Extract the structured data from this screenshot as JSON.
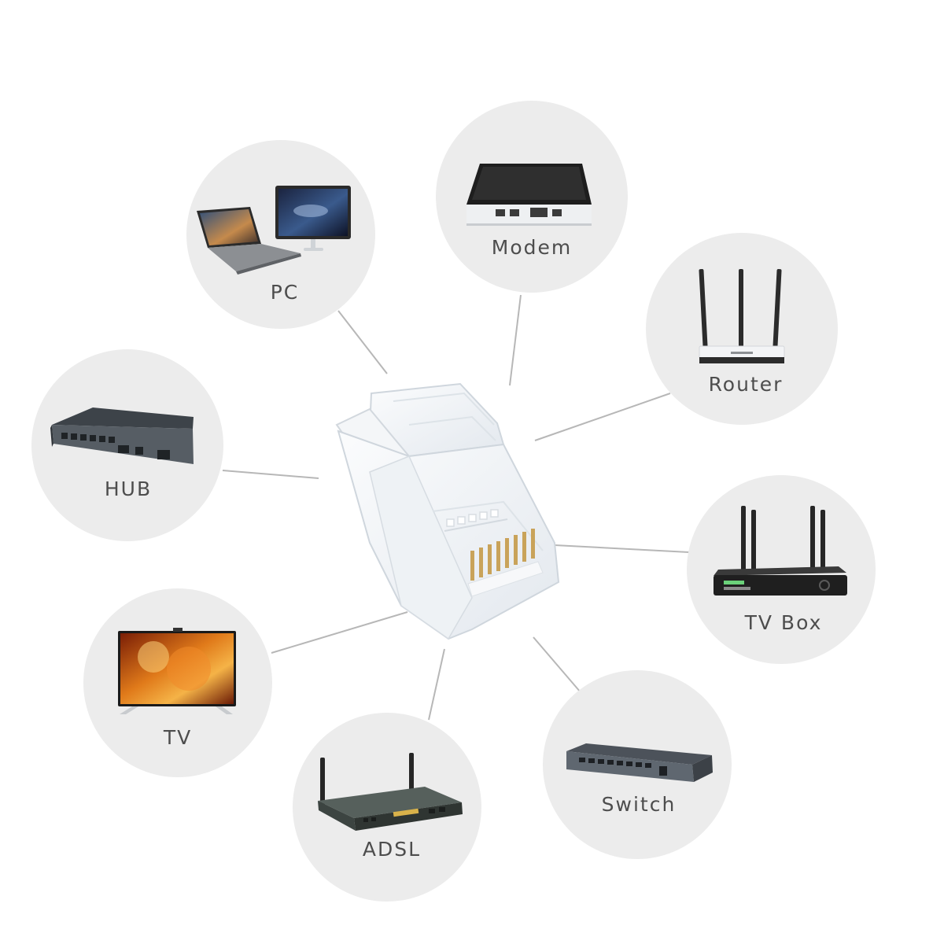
{
  "connector": {
    "center_icon": "rj45-connector-icon",
    "pins": 8
  },
  "devices": [
    {
      "id": "pc",
      "label": "PC",
      "icon": "pc-laptop-monitor-icon"
    },
    {
      "id": "modem",
      "label": "Modem",
      "icon": "modem-icon"
    },
    {
      "id": "router",
      "label": "Router",
      "icon": "router-icon"
    },
    {
      "id": "hub",
      "label": "HUB",
      "icon": "hub-icon"
    },
    {
      "id": "tvbox",
      "label": "TV Box",
      "icon": "tv-box-icon"
    },
    {
      "id": "tv",
      "label": "TV",
      "icon": "tv-icon"
    },
    {
      "id": "adsl",
      "label": "ADSL",
      "icon": "adsl-router-icon"
    },
    {
      "id": "switch",
      "label": "Switch",
      "icon": "switch-icon"
    }
  ],
  "colors": {
    "background": "#ffffff",
    "circle": "#ececec",
    "line": "#b7b7b7",
    "label": "#4d4d4d",
    "pin_gold": "#c9a35a"
  }
}
